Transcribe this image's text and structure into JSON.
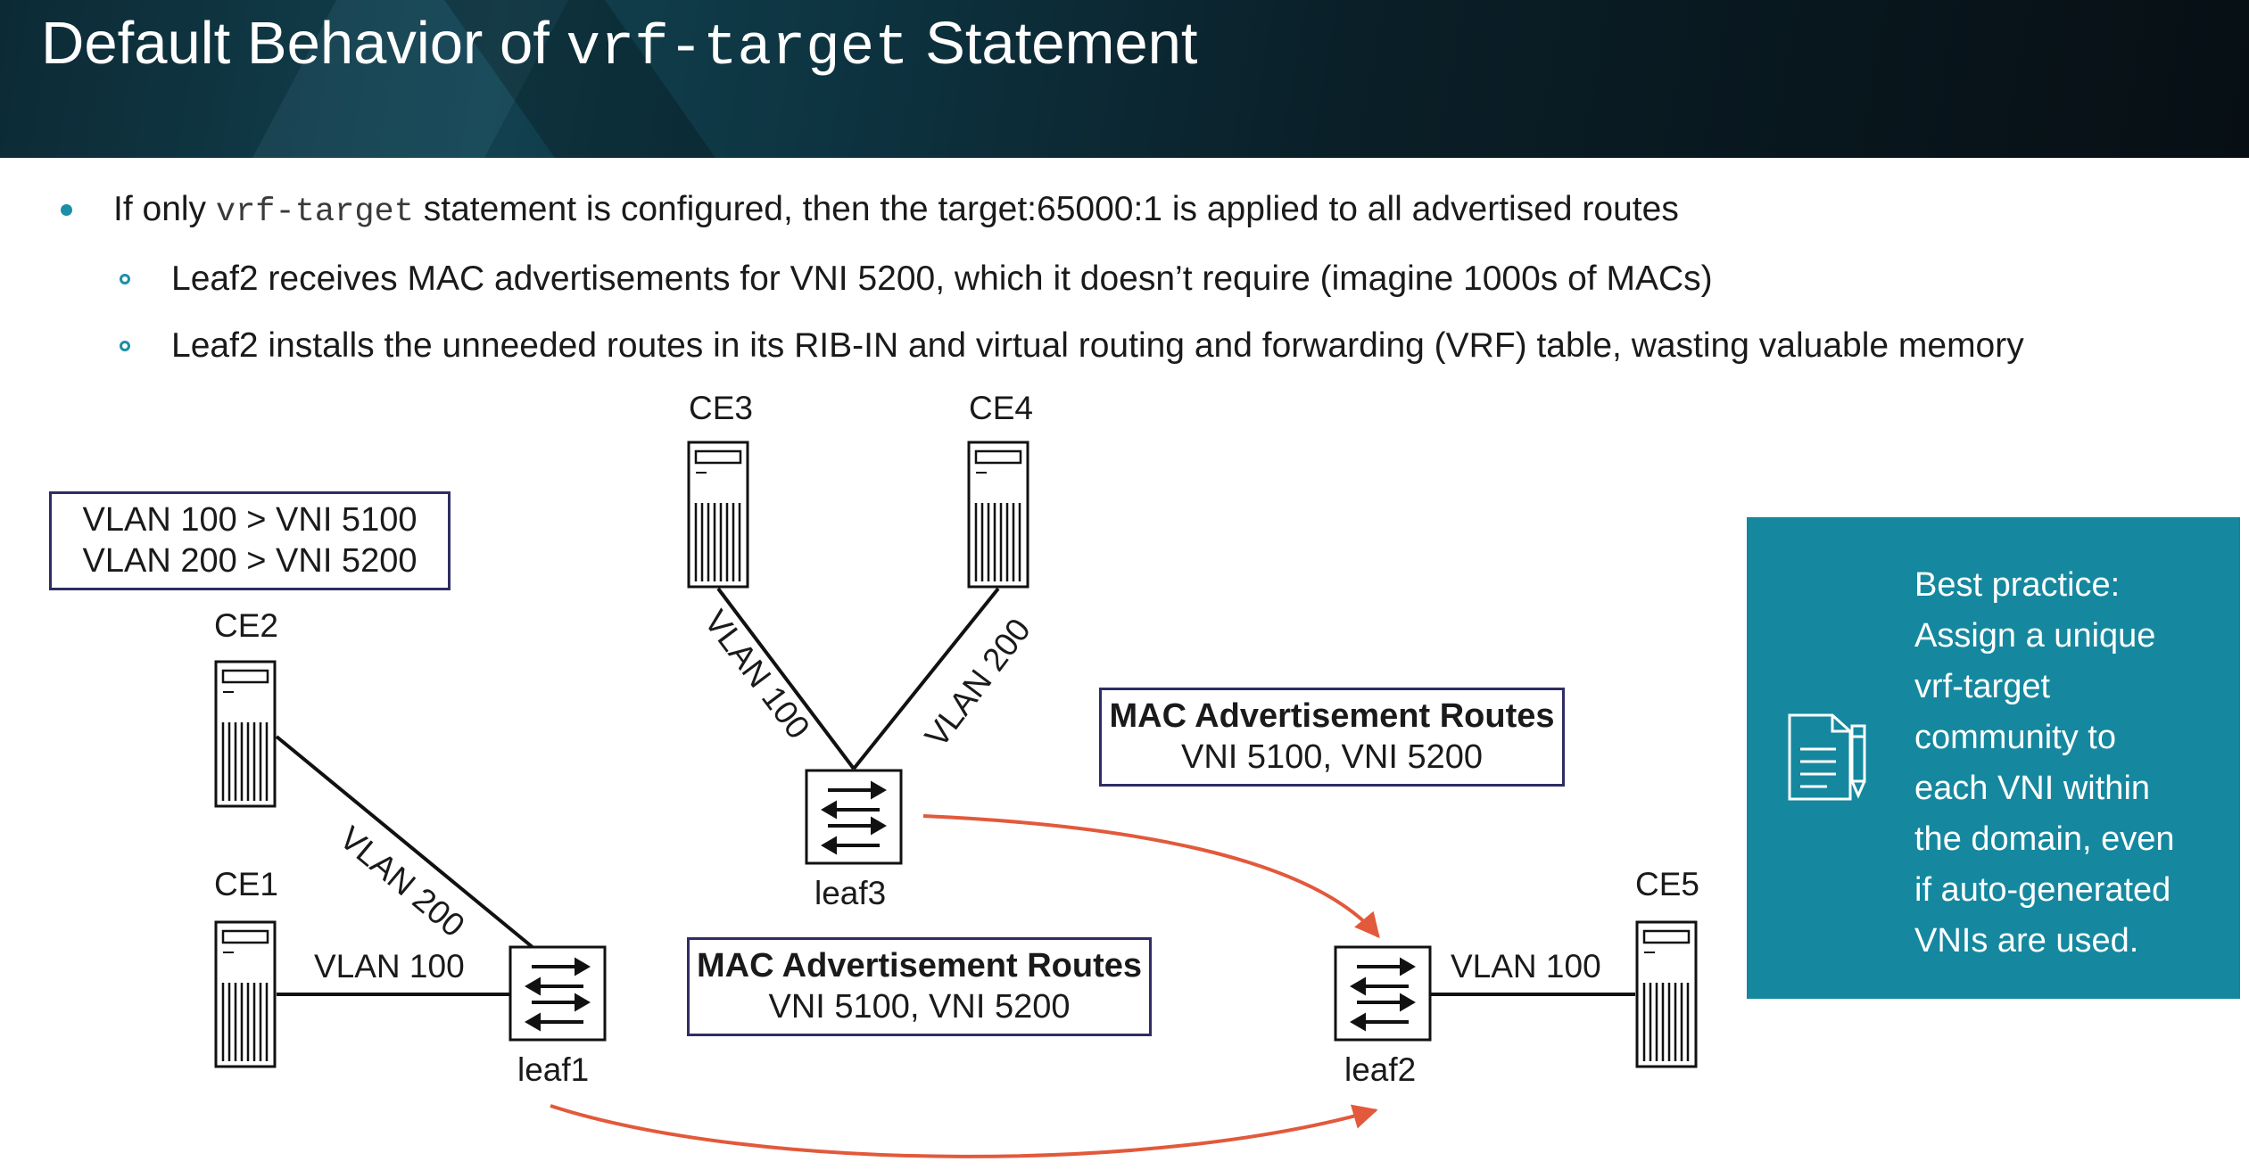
{
  "header": {
    "title_prefix": "Default Behavior of ",
    "title_code": "vrf-target",
    "title_suffix": " Statement"
  },
  "bullets": {
    "main": {
      "prefix": "If only ",
      "code": "vrf-target",
      "suffix": " statement is configured, then the target:65000:1 is applied to all advertised routes"
    },
    "sub": [
      "Leaf2 receives MAC advertisements for VNI 5200, which it doesn’t require (imagine 1000s of MACs)",
      "Leaf2 installs the unneeded routes in its RIB-IN and virtual routing and forwarding (VRF) table, wasting valuable memory"
    ]
  },
  "diagram": {
    "vlan_map": [
      "VLAN 100 > VNI 5100",
      "VLAN 200 > VNI 5200"
    ],
    "nodes": {
      "ce1": "CE1",
      "ce2": "CE2",
      "ce3": "CE3",
      "ce4": "CE4",
      "ce5": "CE5",
      "leaf1": "leaf1",
      "leaf2": "leaf2",
      "leaf3": "leaf3"
    },
    "links": {
      "ce1_leaf1": "VLAN 100",
      "ce2_leaf1": "VLAN 200",
      "ce3_leaf3": "VLAN 100",
      "ce4_leaf3": "VLAN 200",
      "leaf2_ce5": "VLAN 100"
    },
    "route_boxes": [
      {
        "title": "MAC Advertisement Routes",
        "detail": "VNI 5100, VNI 5200"
      },
      {
        "title": "MAC Advertisement Routes",
        "detail": "VNI 5100, VNI 5200"
      }
    ],
    "arrow_color": "#e2593b",
    "box_border_color": "#2f2d63"
  },
  "callout": {
    "lines": [
      "Best practice:",
      "Assign a unique",
      "vrf-target",
      "community to",
      "each VNI within",
      "the domain, even",
      "if auto-generated",
      "VNIs are used."
    ],
    "background": "#15889f",
    "icon": "document-pencil-icon"
  }
}
